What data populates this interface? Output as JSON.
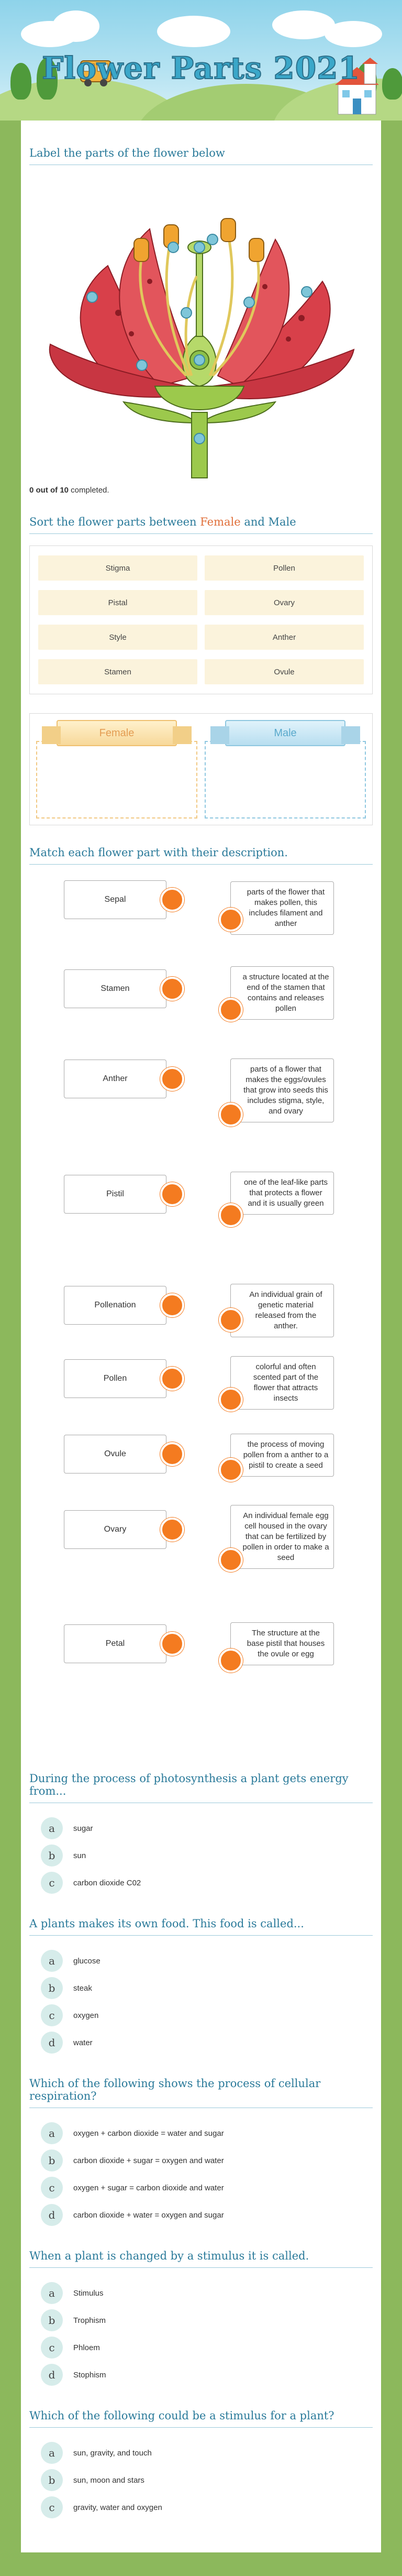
{
  "header": {
    "title": "Flower Parts 2021"
  },
  "label_section": {
    "question": "Label the parts of the flower below",
    "progress_count": "0 out of 10",
    "progress_suffix": " completed."
  },
  "sort_section": {
    "question_prefix": "Sort the flower parts between ",
    "female_word": "Female",
    "and_word": " and ",
    "male_word": "Male",
    "chips": [
      "Stigma",
      "Pollen",
      "Pistal",
      "Ovary",
      "Style",
      "Anther",
      "Stamen",
      "Ovule"
    ],
    "female_label": "Female",
    "male_label": "Male"
  },
  "match_section": {
    "question": "Match each flower part with their description.",
    "terms": [
      "Sepal",
      "Stamen",
      "Anther",
      "Pistil",
      "Pollenation",
      "Pollen",
      "Ovule",
      "Ovary",
      "Petal"
    ],
    "descriptions": [
      "parts of the flower that makes pollen, this includes filament and anther",
      "a structure located at the end of the stamen that contains and releases pollen",
      "parts of a flower that makes the eggs/ovules that grow into seeds this includes stigma, style, and ovary",
      "one of the leaf-like parts that protects a flower and it is usually green",
      "An individual grain of genetic material released from the anther.",
      "colorful and often scented part of the flower that attracts insects",
      "the process of moving pollen from a anther to a pistil to create a seed",
      "An individual female egg cell housed in the ovary that can be fertilized by pollen in order to make a seed",
      "The structure at the base pistil that houses the ovule or egg"
    ]
  },
  "mc_questions": [
    {
      "question": "During the process of photosynthesis a plant gets energy from...",
      "options": [
        {
          "letter": "a",
          "text": "sugar"
        },
        {
          "letter": "b",
          "text": "sun"
        },
        {
          "letter": "c",
          "text": "carbon dioxide C02"
        }
      ]
    },
    {
      "question": "A plants makes its own food.  This food is called...",
      "options": [
        {
          "letter": "a",
          "text": "glucose"
        },
        {
          "letter": "b",
          "text": "steak"
        },
        {
          "letter": "c",
          "text": "oxygen"
        },
        {
          "letter": "d",
          "text": "water"
        }
      ]
    },
    {
      "question": "Which of the following shows the process of cellular respiration?",
      "options": [
        {
          "letter": "a",
          "text": "oxygen + carbon dioxide = water and sugar"
        },
        {
          "letter": "b",
          "text": "carbon dioxide + sugar = oxygen and water"
        },
        {
          "letter": "c",
          "text": "oxygen + sugar = carbon dioxide and water"
        },
        {
          "letter": "d",
          "text": "carbon dioxide + water = oxygen and sugar"
        }
      ]
    },
    {
      "question": "When a plant is changed by a stimulus it is called.",
      "options": [
        {
          "letter": "a",
          "text": "Stimulus"
        },
        {
          "letter": "b",
          "text": "Trophism"
        },
        {
          "letter": "c",
          "text": "Phloem"
        },
        {
          "letter": "d",
          "text": "Stophism"
        }
      ]
    },
    {
      "question": "Which of the following could be a stimulus for a plant?",
      "options": [
        {
          "letter": "a",
          "text": "sun, gravity, and touch"
        },
        {
          "letter": "b",
          "text": "sun, moon and stars"
        },
        {
          "letter": "c",
          "text": "gravity, water and oxygen"
        }
      ]
    }
  ],
  "colors": {
    "accent_orange": "#f47b20",
    "title_blue": "#2a7a9a",
    "chip_bg": "#fbf3dc",
    "letter_bg": "#d6ecea",
    "page_green": "#8cb85c"
  }
}
